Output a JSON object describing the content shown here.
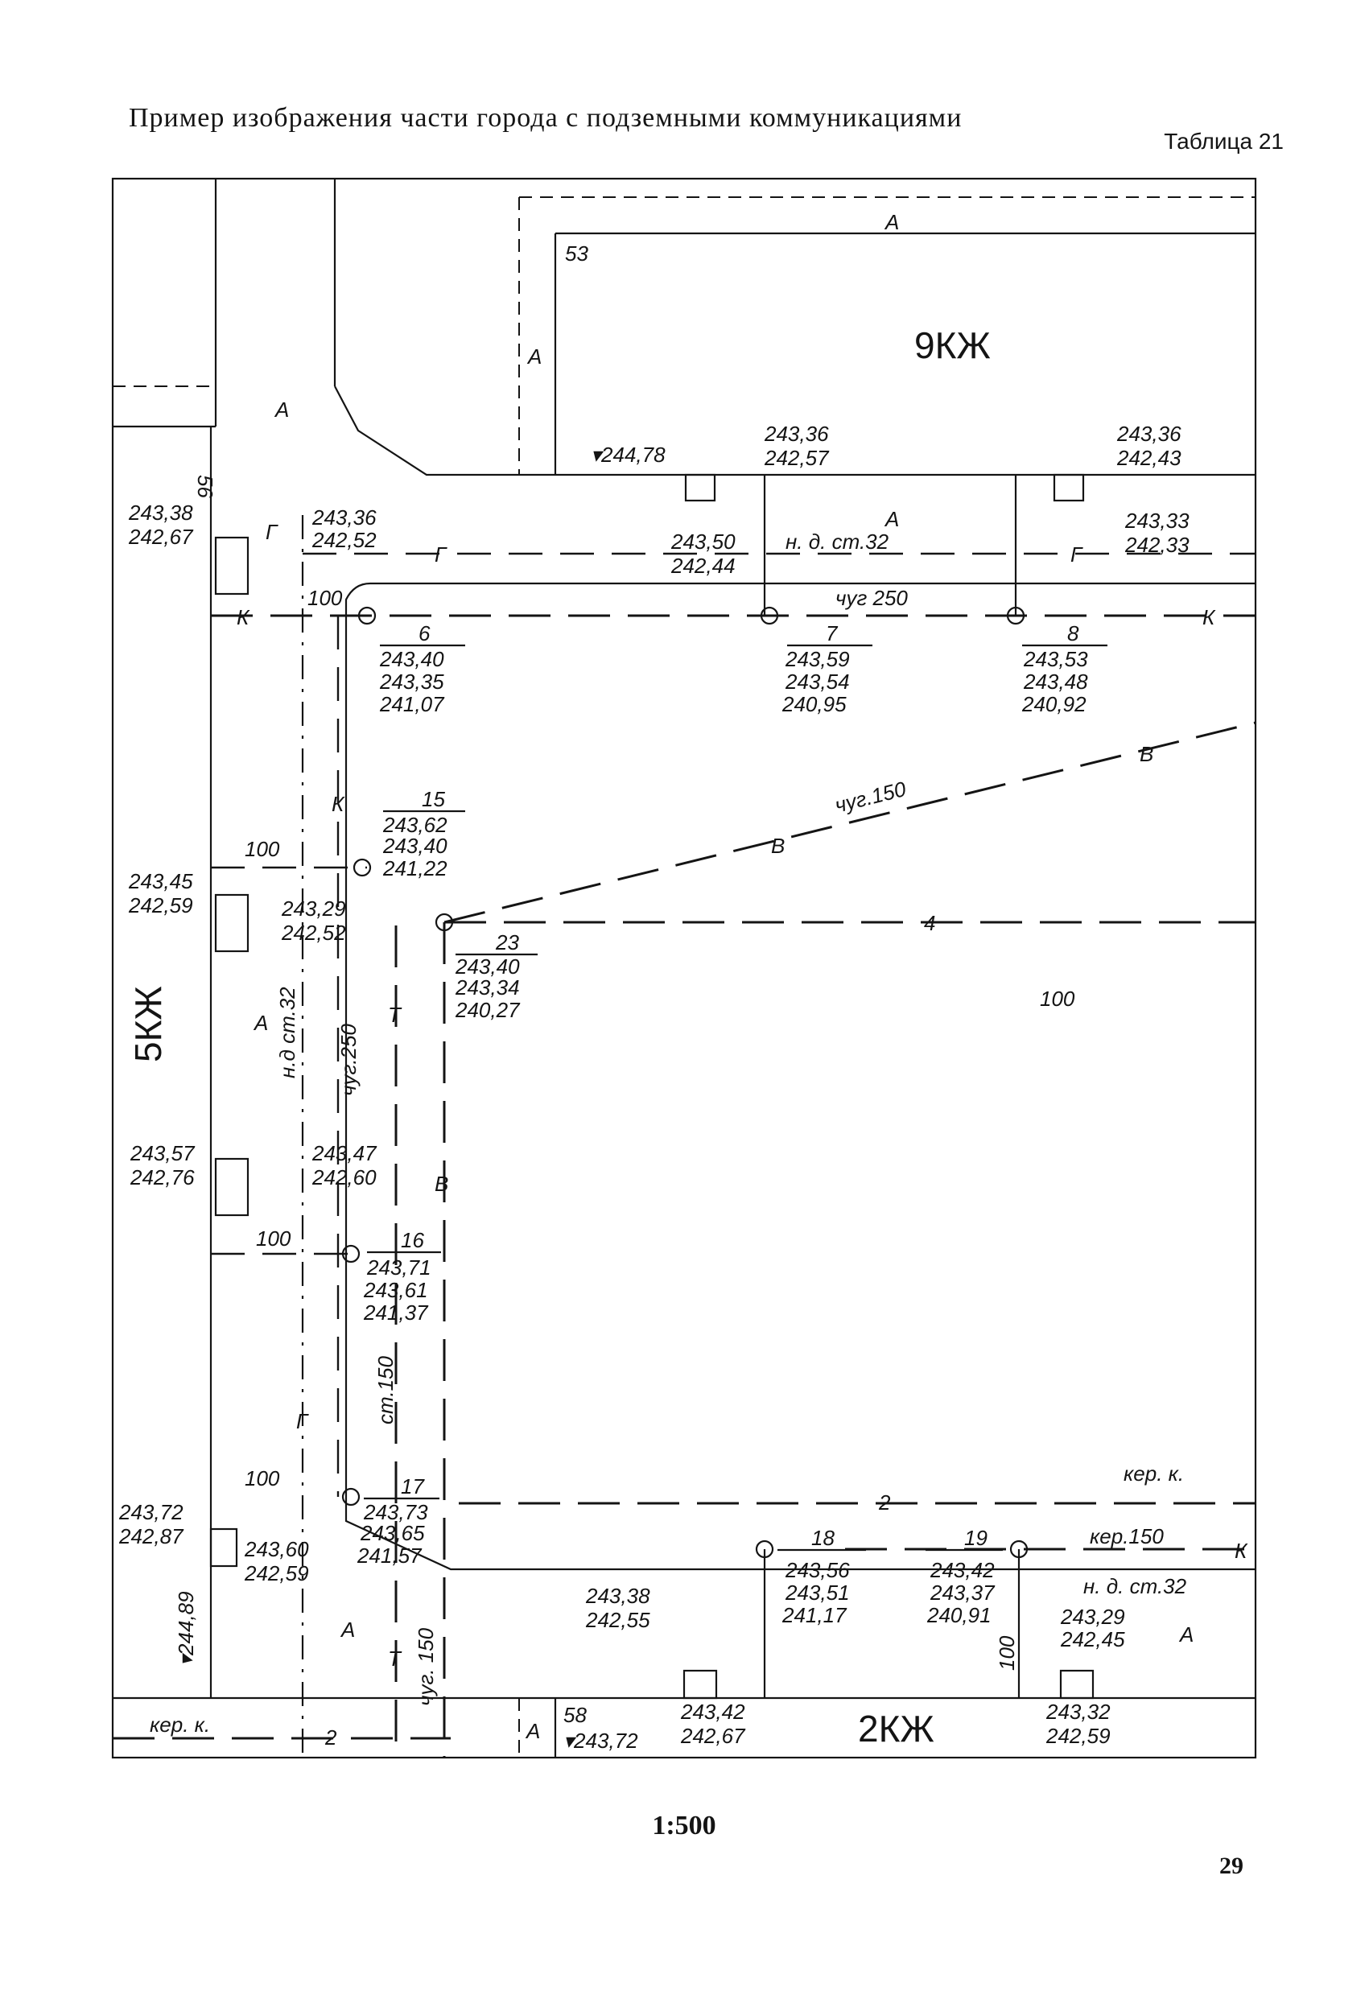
{
  "header": {
    "title": "Пример изображения части города с подземными коммуникациями",
    "table_label": "Таблица 21"
  },
  "footer": {
    "scale": "1:500",
    "page_number": "29"
  },
  "map": {
    "buildings": {
      "b9": "9КЖ",
      "b5": "5КЖ",
      "b2": "2КЖ"
    },
    "lot_numbers": {
      "n53": "53",
      "n56": "56",
      "n58": "58"
    },
    "area_label": "А",
    "spot_heights": {
      "h1": "▾244,78",
      "h2": "▾244,89",
      "h3": "▾243,72"
    },
    "pipe_labels": {
      "chug250_top": "чуг 250",
      "chug150_diag": "чуг.150",
      "nd32_top": "н. д. ст.32",
      "nd32_vert": "н.д ст.32",
      "chug250_vert": "чуг.250",
      "st150": "ст.150",
      "chug150_bottom": "чуг. 150",
      "ker150": "кер.150",
      "nd32_bottom": "н. д. ст.32",
      "ker_k_right": "кер. к.",
      "ker_k_left": "кер. к.",
      "d100_1": "100",
      "d100_2": "100",
      "d100_3": "100",
      "d100_4": "100",
      "d100_5": "100",
      "d100_6": "100"
    },
    "line_codes": {
      "G": "Г",
      "K": "К",
      "V": "В",
      "T": "Т",
      "two": "2",
      "four": "4"
    },
    "wells": [
      {
        "id": "6",
        "values": [
          "243,40",
          "243,35",
          "241,07"
        ]
      },
      {
        "id": "7",
        "values": [
          "243,59",
          "243,54",
          "240,95"
        ]
      },
      {
        "id": "8",
        "values": [
          "243,53",
          "243,48",
          "240,92"
        ]
      },
      {
        "id": "15",
        "values": [
          "243,62",
          "243,40",
          "241,22"
        ]
      },
      {
        "id": "23",
        "values": [
          "243,40",
          "243,34",
          "240,27"
        ]
      },
      {
        "id": "16",
        "values": [
          "243,71",
          "243,61",
          "241,37"
        ]
      },
      {
        "id": "17",
        "values": [
          "243,73",
          "243,65",
          "241,57"
        ]
      },
      {
        "id": "18",
        "values": [
          "243,56",
          "243,51",
          "241,17"
        ]
      },
      {
        "id": "19",
        "values": [
          "243,42",
          "243,37",
          "240,91"
        ]
      }
    ],
    "gas_inputs": {
      "g1": [
        "243,36",
        "242,57"
      ],
      "g2": [
        "243,36",
        "242,43"
      ],
      "g3": [
        "243,38",
        "242,67"
      ],
      "g4": [
        "243,36",
        "242,52"
      ],
      "g5": [
        "243,50",
        "242,44"
      ],
      "g6": [
        "243,33",
        "242,33"
      ],
      "g7": [
        "243,45",
        "242,59"
      ],
      "g8": [
        "243,29",
        "242,52"
      ],
      "g9": [
        "243,57",
        "242,76"
      ],
      "g10": [
        "243,47",
        "242,60"
      ],
      "g11": [
        "243,72",
        "242,87"
      ],
      "g12": [
        "243,60",
        "242,59"
      ],
      "g13": [
        "243,38",
        "242,55"
      ],
      "g14": [
        "243,29",
        "242,45"
      ],
      "g15": [
        "243,42",
        "242,67"
      ],
      "g16": [
        "243,32",
        "242,59"
      ]
    }
  }
}
